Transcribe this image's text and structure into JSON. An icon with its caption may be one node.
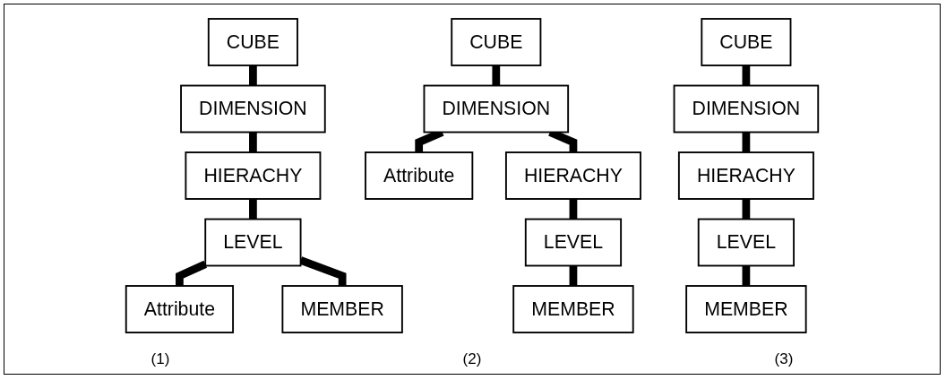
{
  "diagram": {
    "nodes": [
      {
        "text": [
          "CUBE"
        ]
      },
      {
        "text": [
          "DIMENSION"
        ]
      },
      {
        "text": [
          "HIERACHY"
        ]
      },
      {
        "text": [
          "LEVEL"
        ]
      },
      {
        "text": [
          "Attribute"
        ]
      },
      {
        "text": [
          "MEMBER"
        ]
      },
      {
        "text": [
          "CUBE"
        ]
      },
      {
        "text": [
          "DIMENSION"
        ]
      },
      {
        "text": [
          "Attribute"
        ]
      },
      {
        "text": [
          "HIERACHY"
        ]
      },
      {
        "text": [
          "LEVEL"
        ]
      },
      {
        "text": [
          "MEMBER"
        ]
      },
      {
        "text": [
          "CUBE"
        ]
      },
      {
        "text": [
          "DIMENSION"
        ]
      },
      {
        "text": [
          "HIERACHY"
        ]
      },
      {
        "text": [
          "LEVEL"
        ]
      },
      {
        "text": [
          "MEMBER"
        ]
      }
    ],
    "edges": [
      {
        "from": 0,
        "to": 1,
        "arrow": "none"
      },
      {
        "from": 1,
        "to": 2,
        "arrow": "none"
      },
      {
        "from": 2,
        "to": 3,
        "arrow": "none"
      },
      {
        "from": 3,
        "to": 4,
        "arrow": "none"
      },
      {
        "from": 3,
        "to": 5,
        "arrow": "none"
      },
      {
        "from": 6,
        "to": 7,
        "arrow": "none"
      },
      {
        "from": 7,
        "to": 8,
        "arrow": "none"
      },
      {
        "from": 7,
        "to": 9,
        "arrow": "none"
      },
      {
        "from": 9,
        "to": 10,
        "arrow": "none"
      },
      {
        "from": 10,
        "to": 11,
        "arrow": "none"
      },
      {
        "from": 12,
        "to": 13,
        "arrow": "none"
      },
      {
        "from": 13,
        "to": 14,
        "arrow": "none"
      },
      {
        "from": 14,
        "to": 15,
        "arrow": "none"
      },
      {
        "from": 15,
        "to": 16,
        "arrow": "none"
      }
    ],
    "labels": [
      "(1)",
      "(2)",
      "(3)"
    ]
  }
}
